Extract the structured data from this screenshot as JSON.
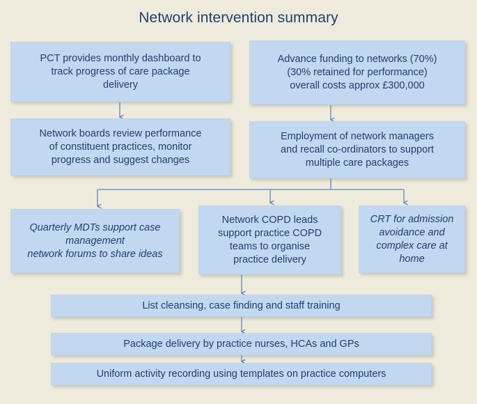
{
  "diagram": {
    "title": "Network intervention summary",
    "background_color": "#efebdc",
    "node_fill_color": "#c2d8f0",
    "text_color": "#1f3f6e",
    "connector_color": "#5b85bb",
    "nodes": [
      {
        "id": "pct-dashboard",
        "text": "PCT provides monthly dashboard to\ntrack progress of care package\ndelivery",
        "style": "normal"
      },
      {
        "id": "advance-funding",
        "text": "Advance funding to networks (70%)\n(30% retained for performance)\noverall costs approx £300,000",
        "style": "normal"
      },
      {
        "id": "network-boards",
        "text": "Network boards review performance\nof constituent practices, monitor\nprogress and suggest changes",
        "style": "normal"
      },
      {
        "id": "employment-managers",
        "text": "Employment of network managers\nand recall co-ordinators to support\nmultiple care packages",
        "style": "normal"
      },
      {
        "id": "quarterly-mdts",
        "text": "Quarterly MDTs support case\nmanagement\nnetwork forums to share ideas",
        "style": "italic"
      },
      {
        "id": "network-copd-leads",
        "text": "Network COPD leads\nsupport practice COPD\nteams to organise\npractice delivery",
        "style": "normal"
      },
      {
        "id": "crt-admission",
        "text": "CRT for admission\navoidance and\ncomplex care at\nhome",
        "style": "italic"
      }
    ],
    "bars": [
      {
        "id": "list-cleansing",
        "text": "List cleansing, case finding and staff training"
      },
      {
        "id": "package-delivery",
        "text": "Package delivery by practice nurses, HCAs and GPs"
      },
      {
        "id": "uniform-recording",
        "text": "Uniform activity recording using templates on practice computers"
      }
    ]
  }
}
